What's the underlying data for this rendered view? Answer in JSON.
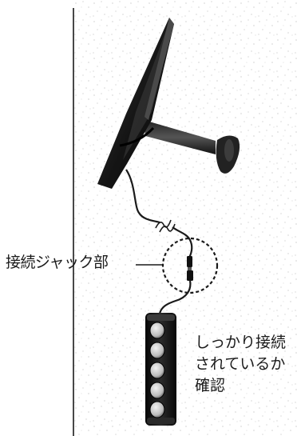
{
  "labels": {
    "jack_connector": "接続ジャック部",
    "check_note_lines": [
      "しっかり接続",
      "されているか",
      "確認"
    ]
  },
  "colors": {
    "ink": "#1a1a1a",
    "wall": "#ffffff",
    "dust": "#9a9a9a"
  }
}
